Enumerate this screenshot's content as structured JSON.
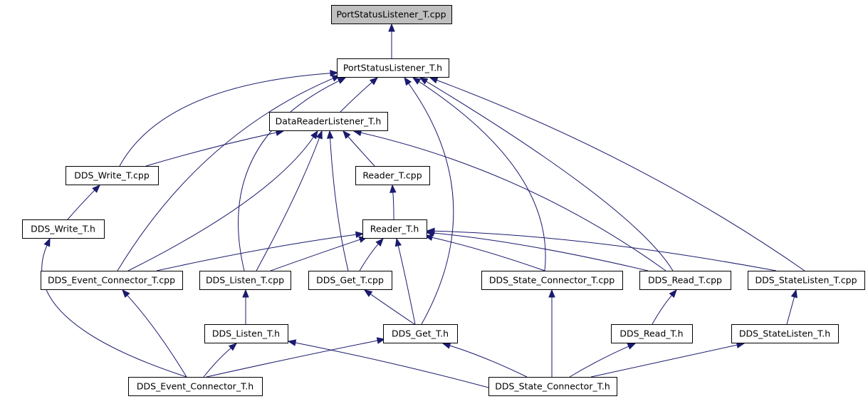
{
  "diagram": {
    "colors": {
      "edge": "#1a1a6e",
      "node_fill": "#ffffff",
      "root_fill": "#bfbfbf",
      "node_border": "#000000"
    },
    "nodes": [
      {
        "id": "portstatuslistener-t-cpp",
        "label": "PortStatusListener_T.cpp",
        "root": true
      },
      {
        "id": "portstatuslistener-t-h",
        "label": "PortStatusListener_T.h"
      },
      {
        "id": "datareaderlistener-t-h",
        "label": "DataReaderListener_T.h"
      },
      {
        "id": "dds-write-t-cpp",
        "label": "DDS_Write_T.cpp"
      },
      {
        "id": "reader-t-cpp",
        "label": "Reader_T.cpp"
      },
      {
        "id": "dds-write-t-h",
        "label": "DDS_Write_T.h"
      },
      {
        "id": "reader-t-h",
        "label": "Reader_T.h"
      },
      {
        "id": "dds-event-connector-t-cpp",
        "label": "DDS_Event_Connector_T.cpp"
      },
      {
        "id": "dds-listen-t-cpp",
        "label": "DDS_Listen_T.cpp"
      },
      {
        "id": "dds-get-t-cpp",
        "label": "DDS_Get_T.cpp"
      },
      {
        "id": "dds-state-connector-t-cpp",
        "label": "DDS_State_Connector_T.cpp"
      },
      {
        "id": "dds-read-t-cpp",
        "label": "DDS_Read_T.cpp"
      },
      {
        "id": "dds-statelisten-t-cpp",
        "label": "DDS_StateListen_T.cpp"
      },
      {
        "id": "dds-listen-t-h",
        "label": "DDS_Listen_T.h"
      },
      {
        "id": "dds-get-t-h",
        "label": "DDS_Get_T.h"
      },
      {
        "id": "dds-read-t-h",
        "label": "DDS_Read_T.h"
      },
      {
        "id": "dds-statelisten-t-h",
        "label": "DDS_StateListen_T.h"
      },
      {
        "id": "dds-event-connector-t-h",
        "label": "DDS_Event_Connector_T.h"
      },
      {
        "id": "dds-state-connector-t-h",
        "label": "DDS_State_Connector_T.h"
      }
    ],
    "edges": [
      {
        "from": "portstatuslistener-t-h",
        "to": "portstatuslistener-t-cpp"
      },
      {
        "from": "datareaderlistener-t-h",
        "to": "portstatuslistener-t-h"
      },
      {
        "from": "dds-write-t-cpp",
        "to": "portstatuslistener-t-h"
      },
      {
        "from": "dds-event-connector-t-cpp",
        "to": "portstatuslistener-t-h"
      },
      {
        "from": "dds-listen-t-cpp",
        "to": "portstatuslistener-t-h"
      },
      {
        "from": "dds-get-t-h",
        "to": "portstatuslistener-t-h"
      },
      {
        "from": "dds-state-connector-t-cpp",
        "to": "portstatuslistener-t-h"
      },
      {
        "from": "dds-read-t-cpp",
        "to": "portstatuslistener-t-h"
      },
      {
        "from": "dds-statelisten-t-cpp",
        "to": "portstatuslistener-t-h"
      },
      {
        "from": "dds-write-t-cpp",
        "to": "datareaderlistener-t-h"
      },
      {
        "from": "reader-t-cpp",
        "to": "datareaderlistener-t-h"
      },
      {
        "from": "dds-event-connector-t-cpp",
        "to": "datareaderlistener-t-h"
      },
      {
        "from": "dds-listen-t-cpp",
        "to": "datareaderlistener-t-h"
      },
      {
        "from": "dds-get-t-cpp",
        "to": "datareaderlistener-t-h"
      },
      {
        "from": "dds-read-t-cpp",
        "to": "datareaderlistener-t-h"
      },
      {
        "from": "dds-write-t-h",
        "to": "dds-write-t-cpp"
      },
      {
        "from": "reader-t-h",
        "to": "reader-t-cpp"
      },
      {
        "from": "dds-event-connector-t-cpp",
        "to": "reader-t-h"
      },
      {
        "from": "dds-listen-t-cpp",
        "to": "reader-t-h"
      },
      {
        "from": "dds-get-t-cpp",
        "to": "reader-t-h"
      },
      {
        "from": "dds-get-t-h",
        "to": "reader-t-h"
      },
      {
        "from": "dds-state-connector-t-cpp",
        "to": "reader-t-h"
      },
      {
        "from": "dds-read-t-cpp",
        "to": "reader-t-h"
      },
      {
        "from": "dds-statelisten-t-cpp",
        "to": "reader-t-h"
      },
      {
        "from": "dds-event-connector-t-h",
        "to": "dds-write-t-h"
      },
      {
        "from": "dds-event-connector-t-h",
        "to": "dds-event-connector-t-cpp"
      },
      {
        "from": "dds-listen-t-h",
        "to": "dds-listen-t-cpp"
      },
      {
        "from": "dds-get-t-h",
        "to": "dds-get-t-cpp"
      },
      {
        "from": "dds-state-connector-t-h",
        "to": "dds-state-connector-t-cpp"
      },
      {
        "from": "dds-read-t-h",
        "to": "dds-read-t-cpp"
      },
      {
        "from": "dds-statelisten-t-h",
        "to": "dds-statelisten-t-cpp"
      },
      {
        "from": "dds-event-connector-t-h",
        "to": "dds-listen-t-h"
      },
      {
        "from": "dds-event-connector-t-h",
        "to": "dds-get-t-h"
      },
      {
        "from": "dds-state-connector-t-h",
        "to": "dds-listen-t-h"
      },
      {
        "from": "dds-state-connector-t-h",
        "to": "dds-get-t-h"
      },
      {
        "from": "dds-state-connector-t-h",
        "to": "dds-read-t-h"
      },
      {
        "from": "dds-state-connector-t-h",
        "to": "dds-statelisten-t-h"
      }
    ]
  }
}
